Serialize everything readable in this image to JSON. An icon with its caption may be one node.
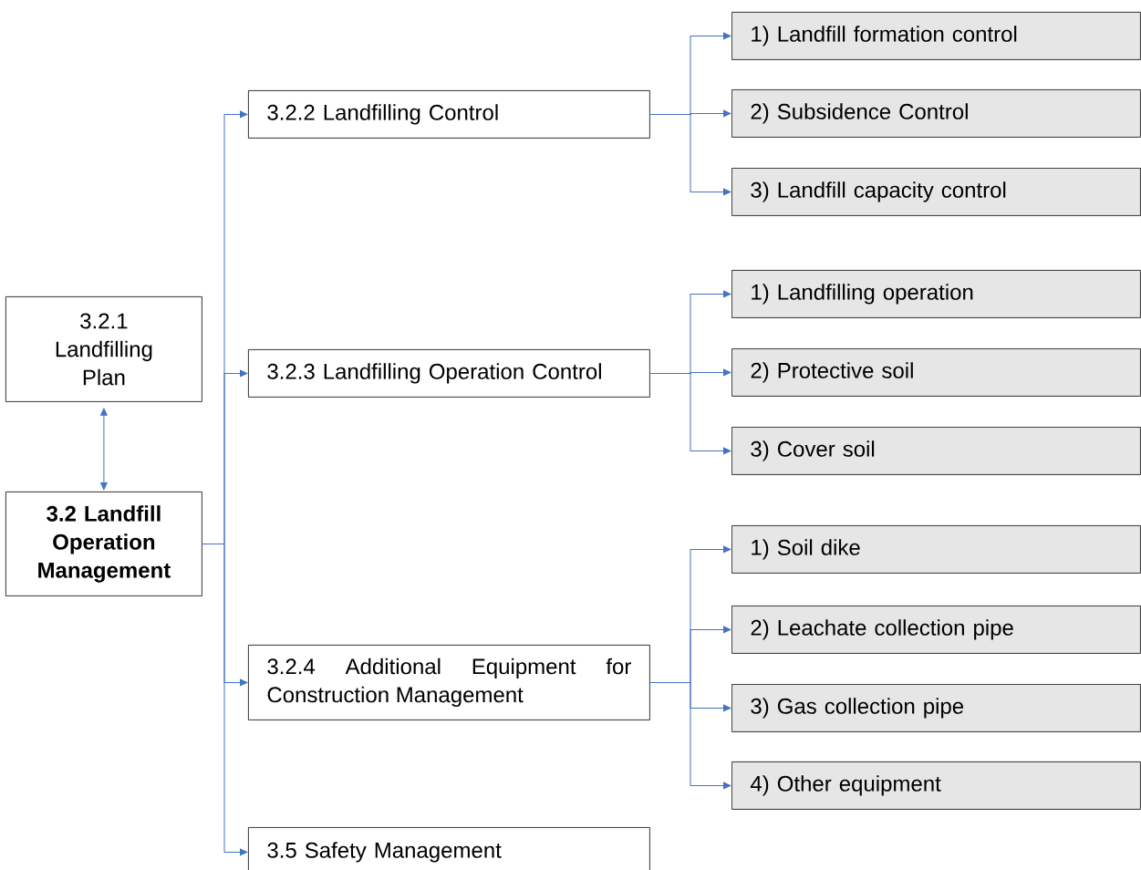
{
  "diagram": {
    "nodes": [
      {
        "text": [
          "3.2.1 Landfilling Plan"
        ]
      },
      {
        "text": [
          "3.2 Landfill Operation Management"
        ]
      },
      {
        "text": [
          "3.2.2 Landfilling Control"
        ]
      },
      {
        "text": [
          "3.2.3 Landfilling Operation Control"
        ]
      },
      {
        "text": [
          "3.2.4 Additional Equipment for Construction Management"
        ]
      },
      {
        "text": [
          "3.5 Safety Management"
        ]
      },
      {
        "text": [
          "1) Landfill formation control"
        ]
      },
      {
        "text": [
          "2) Subsidence Control"
        ]
      },
      {
        "text": [
          "3) Landfill capacity control"
        ]
      },
      {
        "text": [
          "1) Landfilling operation"
        ]
      },
      {
        "text": [
          "2) Protective soil"
        ]
      },
      {
        "text": [
          "3) Cover soil"
        ]
      },
      {
        "text": [
          "1) Soil dike"
        ]
      },
      {
        "text": [
          "2) Leachate collection pipe"
        ]
      },
      {
        "text": [
          "3) Gas collection pipe"
        ]
      },
      {
        "text": [
          "4) Other equipment"
        ]
      }
    ],
    "edges": [
      {
        "from": 0,
        "to": 1,
        "arrow": "both"
      },
      {
        "from": 1,
        "to": 2,
        "arrow": "to"
      },
      {
        "from": 1,
        "to": 3,
        "arrow": "to"
      },
      {
        "from": 1,
        "to": 4,
        "arrow": "to"
      },
      {
        "from": 1,
        "to": 5,
        "arrow": "to"
      },
      {
        "from": 2,
        "to": 6,
        "arrow": "to"
      },
      {
        "from": 2,
        "to": 7,
        "arrow": "to"
      },
      {
        "from": 2,
        "to": 8,
        "arrow": "to"
      },
      {
        "from": 3,
        "to": 9,
        "arrow": "to"
      },
      {
        "from": 3,
        "to": 10,
        "arrow": "to"
      },
      {
        "from": 3,
        "to": 11,
        "arrow": "to"
      },
      {
        "from": 4,
        "to": 12,
        "arrow": "to"
      },
      {
        "from": 4,
        "to": 13,
        "arrow": "to"
      },
      {
        "from": 4,
        "to": 14,
        "arrow": "to"
      },
      {
        "from": 4,
        "to": 15,
        "arrow": "to"
      }
    ]
  }
}
